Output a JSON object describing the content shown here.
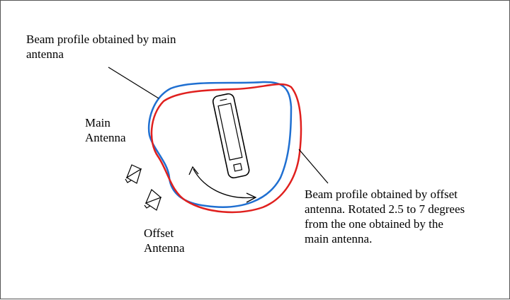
{
  "labels": {
    "main_beam": "Beam profile obtained by main antenna",
    "main_antenna": "Main Antenna",
    "offset_antenna": "Offset Antenna",
    "offset_beam": "Beam profile obtained by offset antenna. Rotated 2.5 to 7 degrees from the one obtained by the main antenna."
  },
  "colors": {
    "main_beam": "#1f6fd1",
    "offset_beam": "#e0201e",
    "ink": "#000000",
    "frame": "#555555"
  },
  "icons": [
    "phone-icon",
    "horn-antenna-icon",
    "rotation-arrow-icon"
  ]
}
